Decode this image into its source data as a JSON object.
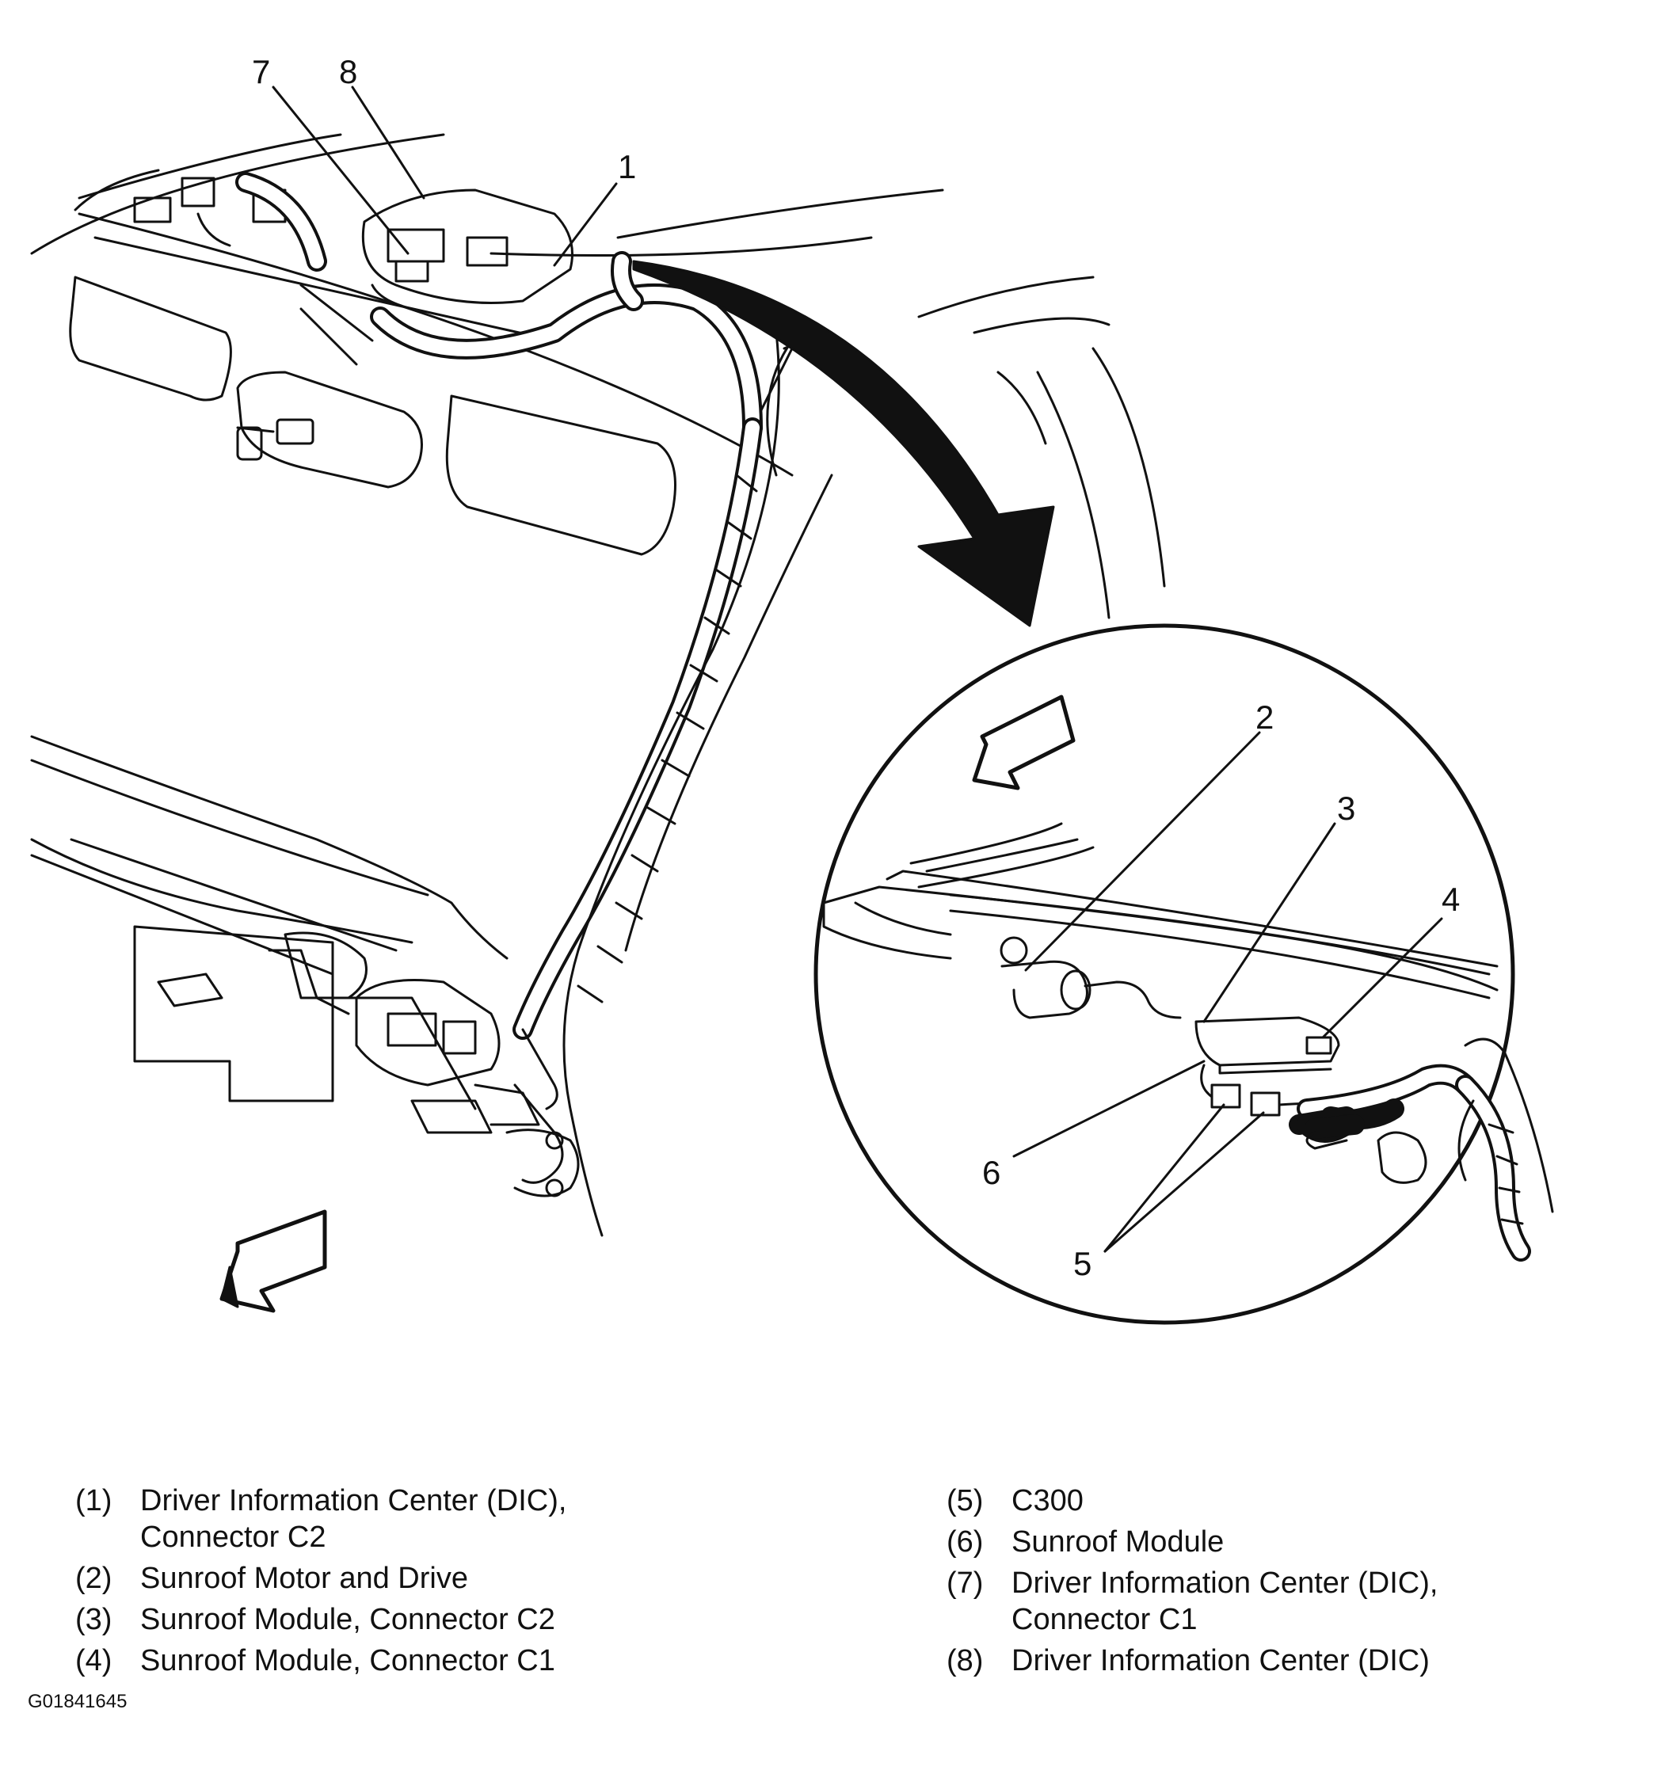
{
  "callouts": {
    "c1": "1",
    "c2": "2",
    "c3": "3",
    "c4": "4",
    "c5": "5",
    "c6": "6",
    "c7": "7",
    "c8": "8"
  },
  "legend": {
    "left": [
      {
        "num": "(1)",
        "lines": [
          "Driver Information Center (DIC),",
          "Connector C2"
        ]
      },
      {
        "num": "(2)",
        "lines": [
          "Sunroof Motor and Drive"
        ]
      },
      {
        "num": "(3)",
        "lines": [
          "Sunroof Module, Connector C2"
        ]
      },
      {
        "num": "(4)",
        "lines": [
          "Sunroof Module, Connector C1"
        ]
      }
    ],
    "right": [
      {
        "num": "(5)",
        "lines": [
          "C300"
        ]
      },
      {
        "num": "(6)",
        "lines": [
          "Sunroof Module"
        ]
      },
      {
        "num": "(7)",
        "lines": [
          "Driver Information Center (DIC),",
          "Connector C1"
        ]
      },
      {
        "num": "(8)",
        "lines": [
          "Driver Information Center (DIC)"
        ]
      }
    ]
  },
  "figure_id": "G01841645"
}
